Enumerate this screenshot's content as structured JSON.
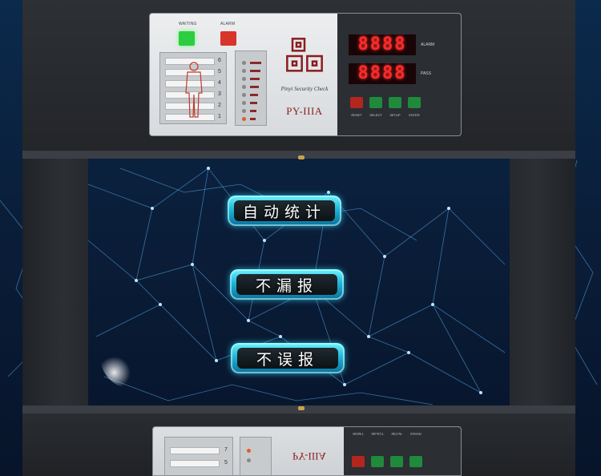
{
  "panel": {
    "waiting_label": "WAITING",
    "alarm_label": "ALARM",
    "zones": [
      "6",
      "5",
      "4",
      "3",
      "2",
      "1"
    ],
    "brand_tagline": "Pinyi Security Check",
    "model": "PY-IIIA",
    "alarm_display": "8888",
    "pass_display": "8888",
    "alarm_display_label": "ALARM",
    "pass_display_label": "PASS",
    "buttons": [
      "RESET",
      "SELECT",
      "SETUP",
      "ENTER"
    ]
  },
  "reflection": {
    "zones": [
      "7",
      "5"
    ],
    "model": "PY-IIIA",
    "buttons": [
      "RESET",
      "SELECT",
      "SETUP",
      "ENTER"
    ]
  },
  "features": [
    "自动统计",
    "不漏报",
    "不误报"
  ],
  "colors": {
    "accent": "#2ec8e8",
    "waiting_led": "#2ecc40",
    "alarm_led": "#d9342b",
    "segment": "#ff2b2b"
  }
}
